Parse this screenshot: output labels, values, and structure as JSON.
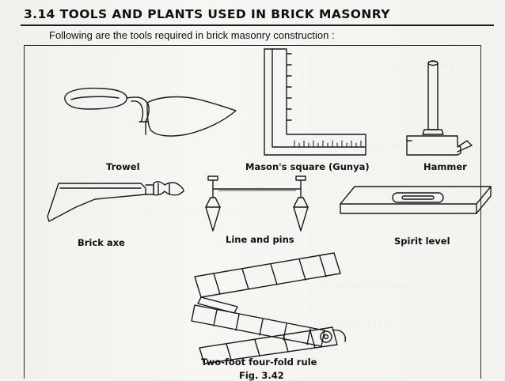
{
  "section": {
    "heading": "3.14 TOOLS AND PLANTS USED IN BRICK MASONRY",
    "intro": "Following are the tools required in brick masonry construction :"
  },
  "figure": {
    "captions": {
      "trowel": "Trowel",
      "masons_square": "Mason's square (Gunya)",
      "hammer": "Hammer",
      "brick_axe": "Brick axe",
      "line_and_pins": "Line and pins",
      "spirit_level": "Spirit level",
      "folding_rule": "Two-foot four-fold rule"
    },
    "label": "Fig. 3.42"
  },
  "colors": {
    "ink": "#1a1a1a",
    "paper": "#f4f3f0"
  }
}
